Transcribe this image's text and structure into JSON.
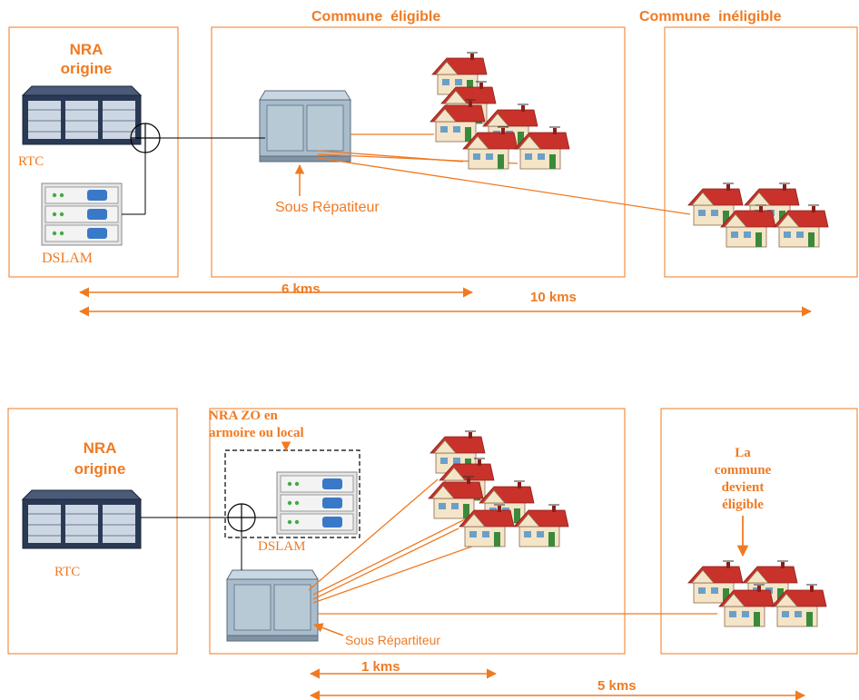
{
  "colors": {
    "accent": "#f07a22",
    "line": "#000000",
    "roof": "#c8322a",
    "wall": "#f4e4c8",
    "cabinet": "#a9bccb",
    "rack": "#2a3a55"
  },
  "top": {
    "nra_title_1": "NRA",
    "nra_title_2": "origine",
    "rtc_label": "RTC",
    "dslam_label": "DSLAM",
    "eligible_title": "Commune  éligible",
    "ineligible_title": "Commune  inéligible",
    "subrep_label": "Sous Répatiteur",
    "dist_short": "6 kms",
    "dist_long": "10 kms"
  },
  "bottom": {
    "nra_title_1": "NRA",
    "nra_title_2": "origine",
    "rtc_label": "RTC",
    "nrazo_line1": "NRA ZO en",
    "nrazo_line2": "armoire ou local",
    "dslam_label": "DSLAM",
    "subrep_label": "Sous Répartiteur",
    "commune_line1": "La",
    "commune_line2": "commune",
    "commune_line3": "devient",
    "commune_line4": "éligible",
    "dist_short": "1 kms",
    "dist_long": "5 kms"
  },
  "icons": [
    "house-icon",
    "cabinet-icon",
    "dslam-rack-icon",
    "rtc-switch-icon",
    "splice-junction-icon",
    "arrow-icon"
  ]
}
